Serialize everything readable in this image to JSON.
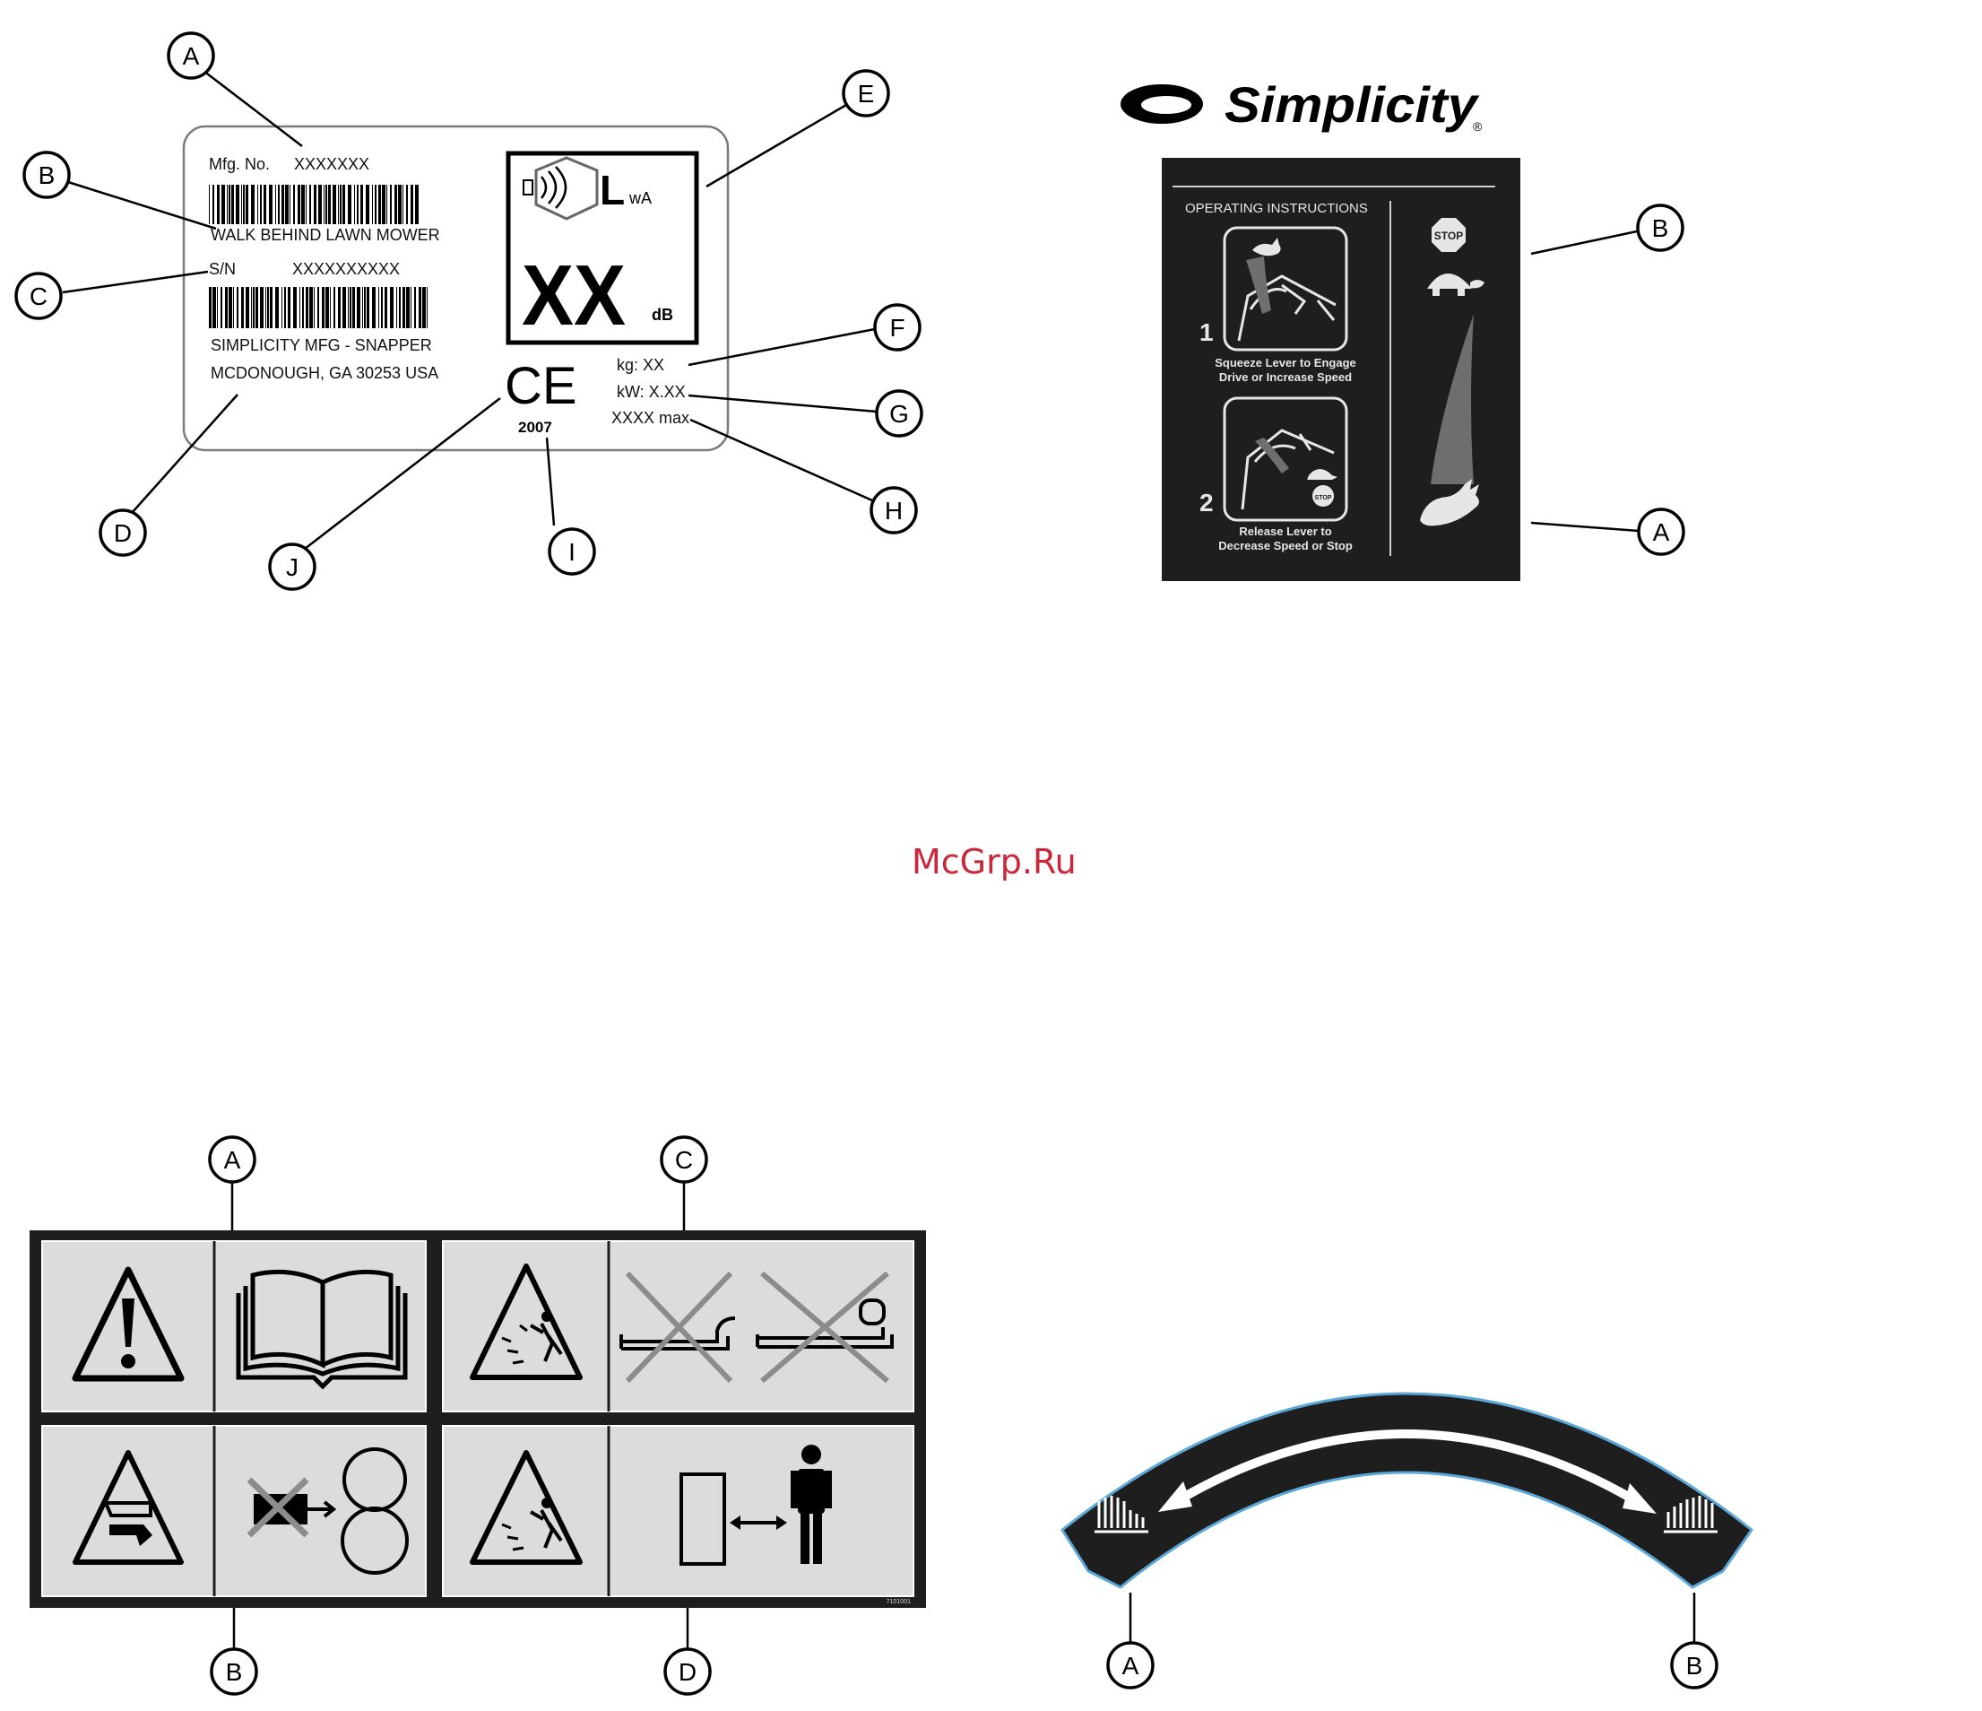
{
  "watermark": "McGrp.Ru",
  "colors": {
    "watermark": "#c8283a",
    "decal_dark": "#1e1e1e",
    "panel_grey": "#dcdcdc",
    "arc_edge": "#5aa7d8"
  },
  "rating_plate": {
    "mfg_label": "Mfg. No.",
    "mfg_value": "XXXXXXX",
    "model": "WALK BEHIND LAWN MOWER",
    "sn_label": "S/N",
    "sn_value": "XXXXXXXXXX",
    "address_1": "SIMPLICITY MFG - SNAPPER",
    "address_2": "MCDONOUGH, GA 30253 USA",
    "lwa_letter": "L",
    "lwa_sub": "wA",
    "noise_value": "XX",
    "noise_unit": "dB",
    "weight": "kg: XX",
    "power": "kW: X.XX",
    "rpm": "XXXX max",
    "ce_mark": "CE",
    "year": "2007",
    "callouts": [
      "A",
      "B",
      "C",
      "D",
      "E",
      "F",
      "G",
      "H",
      "I",
      "J"
    ]
  },
  "operating_decal": {
    "brand": "Simplicity",
    "registered": "®",
    "title": "OPERATING INSTRUCTIONS",
    "step1_number": "1",
    "step1_text_1": "Squeeze Lever to Engage",
    "step1_text_2": "Drive or Increase Speed",
    "step2_number": "2",
    "step2_text_1": "Release Lever to",
    "step2_text_2": "Decrease Speed or Stop",
    "stop_sign": "STOP",
    "stop_sign_small": "STOP",
    "callouts": [
      "B",
      "A"
    ],
    "icons": [
      "stop-sign-icon",
      "turtle-icon",
      "rabbit-icon",
      "lever-hand-icon"
    ]
  },
  "safety_decal": {
    "part_number": "7101001",
    "callouts_top": [
      "A",
      "C"
    ],
    "callouts_bottom": [
      "B",
      "D"
    ],
    "icons": [
      "warning-exclamation-icon",
      "manual-book-icon",
      "thrown-object-warning-icon",
      "no-deflector-crossed-icon",
      "no-bag-crossed-icon",
      "hand-foot-cut-warning-icon",
      "no-mower-crossed-icon",
      "keep-distance-icon",
      "person-icon"
    ]
  },
  "height_decal": {
    "callouts": [
      "A",
      "B"
    ],
    "icons": [
      "grass-short-icon",
      "grass-tall-icon",
      "double-arrow-icon"
    ]
  }
}
